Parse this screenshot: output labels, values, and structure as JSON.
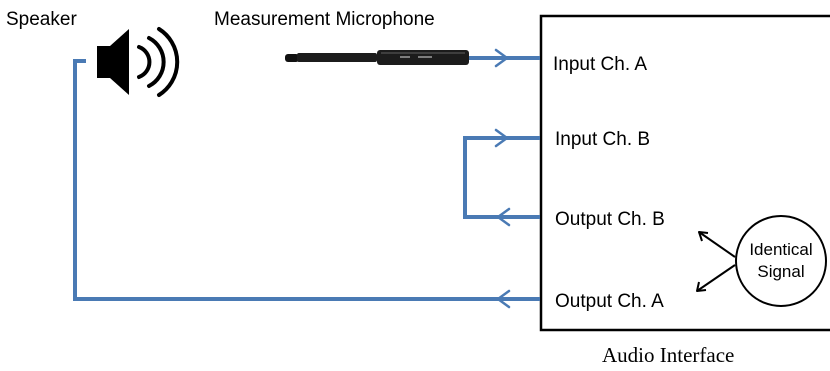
{
  "labels": {
    "speaker": "Speaker",
    "microphone": "Measurement Microphone",
    "input_a": "Input Ch. A",
    "input_b": "Input Ch. B",
    "output_b": "Output Ch. B",
    "output_a": "Output Ch. A",
    "signal_line1": "Identical",
    "signal_line2": "Signal",
    "interface": "Audio Interface"
  },
  "colors": {
    "wire": "#4a7ab4",
    "box_stroke": "#000000",
    "mic_body": "#1c1c1c"
  },
  "icons": {
    "speaker": "speaker-icon",
    "microphone": "microphone-icon"
  }
}
